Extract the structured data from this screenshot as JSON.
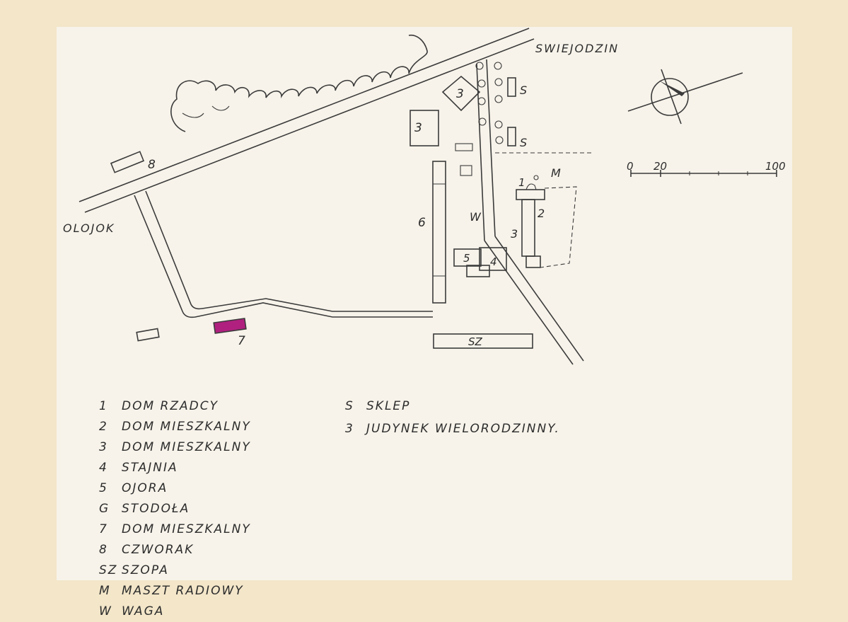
{
  "places": {
    "top": "SWIEJODZIN",
    "left": "OLOJOK"
  },
  "scale": {
    "label_0": "0",
    "label_20": "20",
    "label_100": "100"
  },
  "map_labels": {
    "building_3_diamond": "3",
    "building_3_square": "3",
    "shop_1": "S",
    "shop_2": "S",
    "building_1": "1",
    "mast": "M",
    "building_2": "2",
    "building_3_right": "3",
    "barn_6": "6",
    "scale_w": "W",
    "building_5": "5",
    "building_4": "4",
    "shed": "SZ",
    "building_7": "7",
    "building_8": "8"
  },
  "colors": {
    "highlight": "#b0207f",
    "ink": "#3b3b3b",
    "paper": "#f7f3ea",
    "mount": "#f3e6c9"
  },
  "legend_left": [
    {
      "key": "1",
      "text": "DOM RZADCY"
    },
    {
      "key": "2",
      "text": "DOM MIESZKALNY"
    },
    {
      "key": "3",
      "text": "DOM MIESZKALNY"
    },
    {
      "key": "4",
      "text": "STAJNIA"
    },
    {
      "key": "5",
      "text": "OJORA"
    },
    {
      "key": "G",
      "text": "STODOŁA"
    },
    {
      "key": "7",
      "text": "DOM MIESZKALNY"
    },
    {
      "key": "8",
      "text": "CZWORAK"
    },
    {
      "key": "SZ",
      "text": "SZOPA"
    },
    {
      "key": "M",
      "text": "MASZT RADIOWY"
    },
    {
      "key": "W",
      "text": "WAGA"
    }
  ],
  "legend_right": [
    {
      "key": "S",
      "text": "SKLEP"
    },
    {
      "key": "3",
      "text": "JUDYNEK WIELORODZINNY."
    }
  ]
}
